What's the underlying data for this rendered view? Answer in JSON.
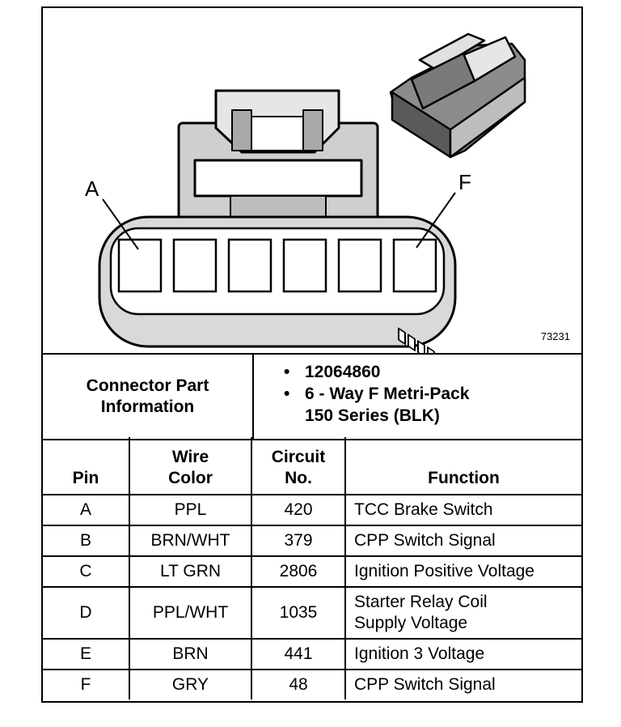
{
  "diagram": {
    "pin_label_left": "A",
    "pin_label_right": "F",
    "figure_number": "73231"
  },
  "connector_info": {
    "label_line1": "Connector Part",
    "label_line2": "Information",
    "bullet": "•",
    "items": [
      {
        "line1": "12064860",
        "line2": ""
      },
      {
        "line1": "6 - Way F Metri-Pack",
        "line2": "150 Series (BLK)"
      }
    ]
  },
  "table": {
    "headers": {
      "pin": "Pin",
      "wire_color_line1": "Wire",
      "wire_color_line2": "Color",
      "circuit_line1": "Circuit",
      "circuit_line2": "No.",
      "function": "Function"
    },
    "rows": [
      {
        "pin": "A",
        "wire_color": "PPL",
        "circuit": "420",
        "function_line1": "TCC Brake Switch",
        "function_line2": ""
      },
      {
        "pin": "B",
        "wire_color": "BRN/WHT",
        "circuit": "379",
        "function_line1": "CPP Switch Signal",
        "function_line2": ""
      },
      {
        "pin": "C",
        "wire_color": "LT GRN",
        "circuit": "2806",
        "function_line1": "Ignition Positive Voltage",
        "function_line2": ""
      },
      {
        "pin": "D",
        "wire_color": "PPL/WHT",
        "circuit": "1035",
        "function_line1": "Starter Relay Coil",
        "function_line2": "Supply Voltage"
      },
      {
        "pin": "E",
        "wire_color": "BRN",
        "circuit": "441",
        "function_line1": "Ignition 3 Voltage",
        "function_line2": ""
      },
      {
        "pin": "F",
        "wire_color": "GRY",
        "circuit": "48",
        "function_line1": "CPP Switch Signal",
        "function_line2": ""
      }
    ]
  }
}
